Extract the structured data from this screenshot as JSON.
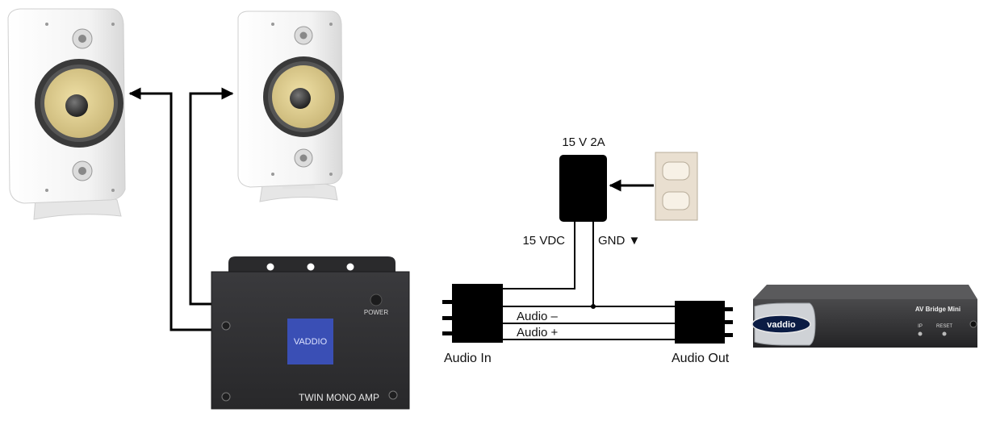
{
  "power_supply": {
    "rating": "15 V 2A",
    "left_terminal": "15 VDC",
    "right_terminal": "GND ▼"
  },
  "amplifier": {
    "logo": "VADDIO",
    "name": "TWIN MONO AMP",
    "power_label": "POWER"
  },
  "connectors": {
    "audio_in": "Audio In",
    "audio_out": "Audio Out"
  },
  "wires": {
    "audio_minus": "Audio –",
    "audio_plus": "Audio +"
  },
  "bridge": {
    "logo": "vaddio",
    "name": "AV Bridge Mini",
    "ip_label": "IP",
    "reset_label": "RESET"
  },
  "colors": {
    "amp_body": "#2e2e30",
    "amp_logo": "#3a4fb5",
    "speaker_white": "#f1f1f1",
    "cone": "#d9c98e",
    "wire": "#000000",
    "outlet": "#e9dfd0"
  },
  "icons": [
    "speaker-left-icon",
    "speaker-right-icon",
    "wall-outlet-icon",
    "power-supply-icon",
    "amplifier-icon",
    "av-bridge-icon"
  ]
}
